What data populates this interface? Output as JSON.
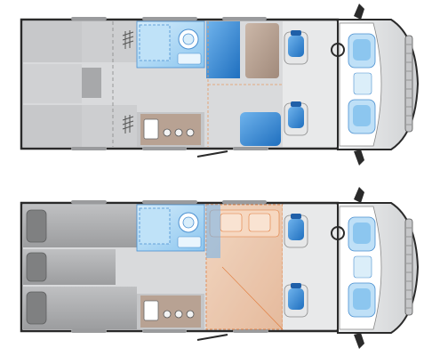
{
  "layouts": [
    {
      "mode": "day",
      "seating": [
        "driver-seat",
        "passenger-seat",
        "rear-seat-1",
        "rear-seat-2"
      ]
    },
    {
      "mode": "night",
      "seating": [
        "driver-seat",
        "passenger-seat",
        "rear-seat-1",
        "rear-seat-2"
      ]
    }
  ],
  "colors": {
    "floor": "#d8d9db",
    "floor_light": "#e6e7e8",
    "wall": "#2a2a2a",
    "blue": "#3f8fdc",
    "blue_light": "#a9d4f3",
    "brown": "#b8a293",
    "beige_bed": "#f2c9a9",
    "bed_orange_line": "#e07a3a",
    "mattress": "#a9a9aa",
    "pillow": "#8c8c8d"
  }
}
